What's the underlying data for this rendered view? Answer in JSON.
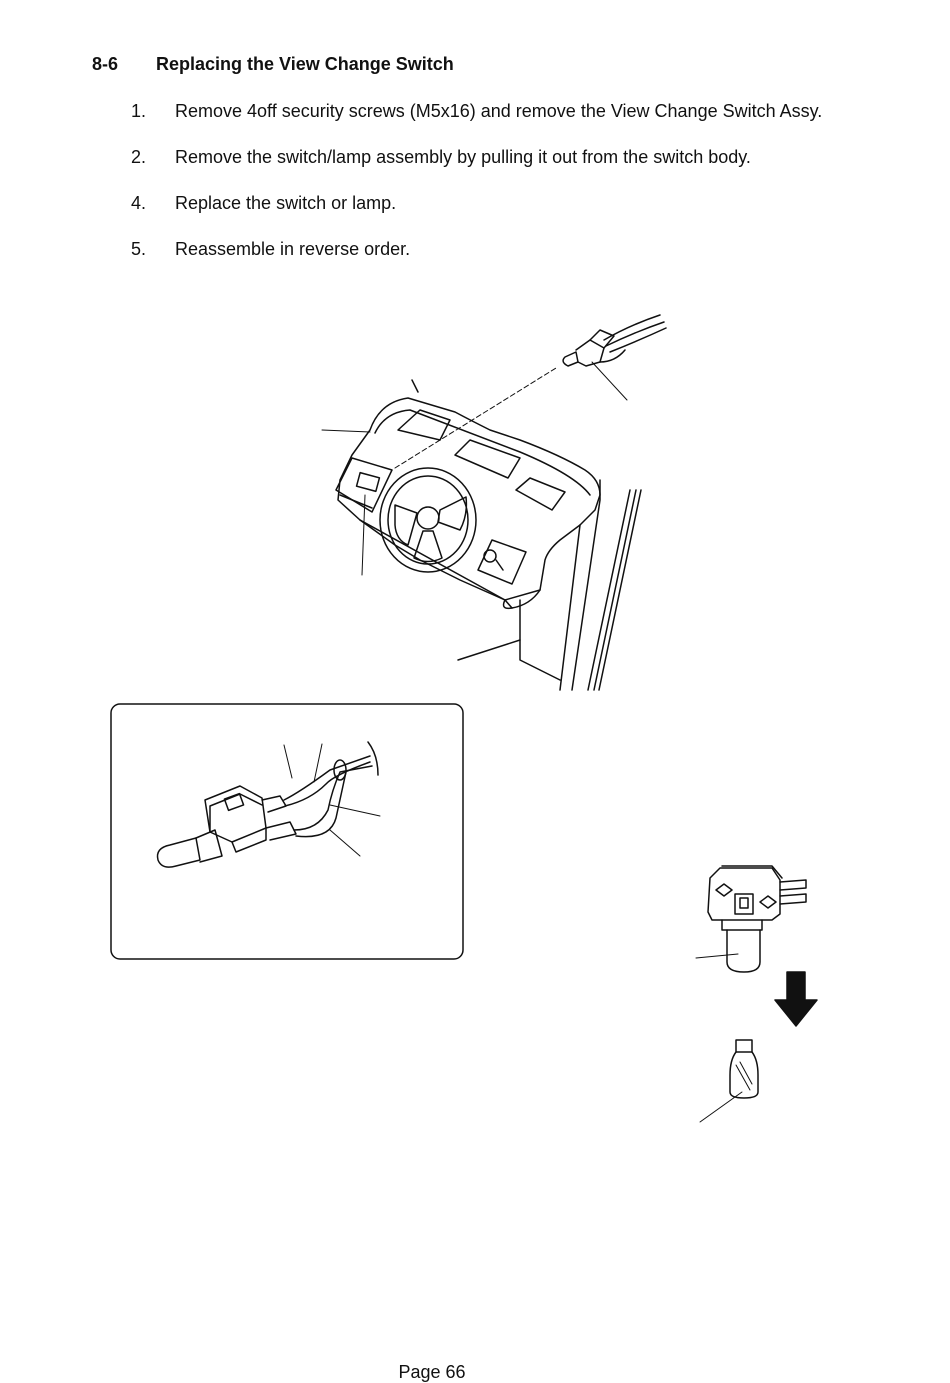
{
  "heading": {
    "number": "8-6",
    "title": "Replacing the View Change Switch"
  },
  "steps": [
    {
      "number": "1.",
      "text": "Remove 4off security screws (M5x16) and remove the View Change Switch Assy."
    },
    {
      "number": "2.",
      "text": "Remove the switch/lamp assembly by pulling it out from the switch body."
    },
    {
      "number": "4.",
      "text": "Replace the switch or lamp."
    },
    {
      "number": "5.",
      "text": "Reassemble in reverse order."
    }
  ],
  "footer": {
    "page_label": "Page 66"
  }
}
